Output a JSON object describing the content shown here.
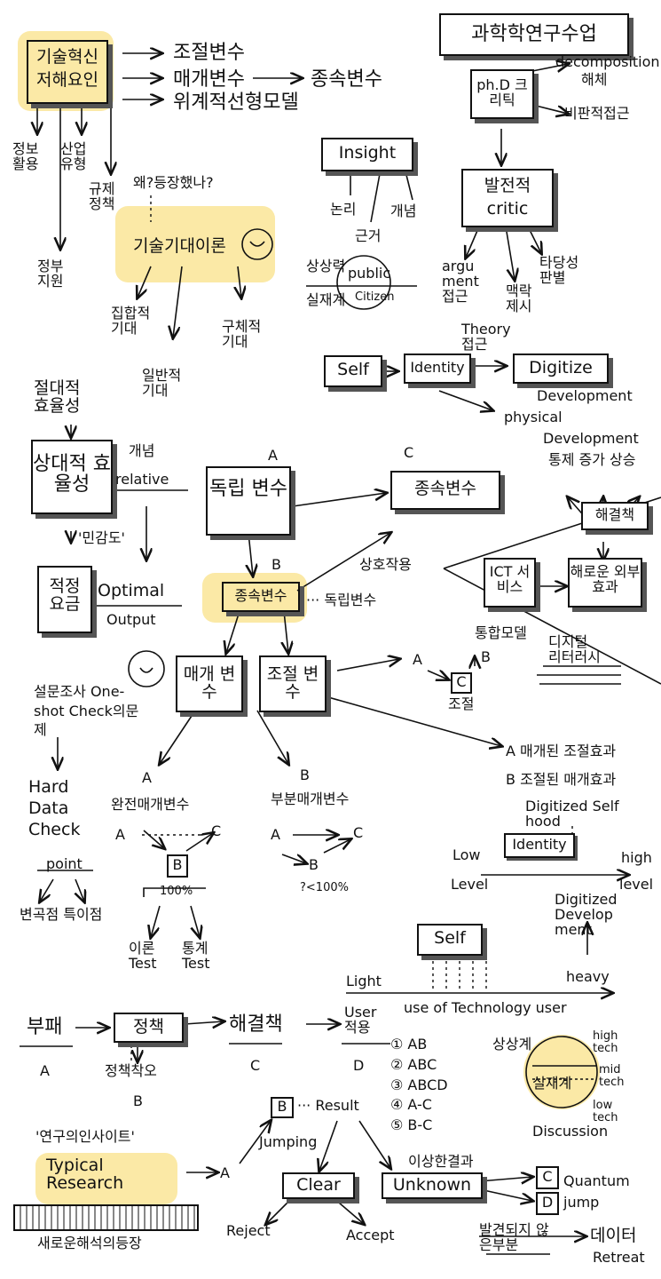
{
  "colors": {
    "ink": "#111111",
    "highlight": "#fbe9a6",
    "paper": "#ffffff"
  },
  "top_left": {
    "title_line1": "기술혁신",
    "title_line2": "저해요인",
    "out1": "조절변수",
    "out2": "매개변수",
    "out2b": "종속변수",
    "out3": "위계적선형모델",
    "down1": "정보 활용",
    "down2": "산업 유형",
    "down3": "규제 정책",
    "down4": "정부 지원",
    "question": "왜?등장했나?",
    "tech_expect": "기술기대이론",
    "exp1": "집합적 기대",
    "exp2": "일반적 기대",
    "exp3": "구체적 기대"
  },
  "top_right": {
    "title": "과학학연구수업",
    "phd": "ph.D 크리틱",
    "decomp": "decomposition",
    "decomp_ko": "해체",
    "critical": "비판적접근",
    "insight": "Insight",
    "logic": "논리",
    "concept": "개념",
    "basis": "근거",
    "imagination": "상상력",
    "reality": "실재계",
    "public": "public",
    "citizen": "Citizen",
    "critic_title": "발전적",
    "critic": "critic",
    "argument": "argu ment 접근",
    "context": "맥락 제시",
    "validity": "타당성 판별",
    "theory": "Theory 접근",
    "self": "Self",
    "identity": "Identity",
    "digitize": "Digitize",
    "development": "Development",
    "physical": "physical"
  },
  "middle": {
    "eff_top": "절대적 효율성",
    "eff_box": "상대적 효율성",
    "concept": "개념",
    "relative": "relative",
    "sensitivity": "'민감도'",
    "proper_fee": "적정 요금",
    "optimal": "Optimal",
    "output": "Output",
    "label_a": "A",
    "label_b": "B",
    "label_c": "C",
    "independent": "독립 변수",
    "dependent_box": "종속변수",
    "dependent_top": "종속변수",
    "interaction": "상호작용",
    "indep_dots": "··· 독립변수",
    "mediator": "매개 변수",
    "moderator": "조절 변수",
    "survey": "설문조사 One-shot Check의문제",
    "hard": "Hard Data Check",
    "point": "point",
    "var_point": "변곡점 특이점",
    "full_title": "완전매개변수",
    "partial_title": "부분매개변수",
    "hundred": "100%",
    "less100": "?<100%",
    "theory_test": "이론 Test",
    "stat_test": "통계 Test",
    "abc_a": "A",
    "abc_b": "B",
    "abc_c": "C",
    "moderate": "조절",
    "mod_med": "A 매개된 조절효과",
    "med_mod": "B 조절된 매개효과",
    "dev_dev": "Development",
    "control": "통제 증가 상승",
    "solution_box": "해결책",
    "ict": "ICT 서비스",
    "harm": "해로운 외부효과",
    "integrated": "통합모델",
    "digital_lit": "디지털 리터러시"
  },
  "lower_right": {
    "digitized_self": "Digitized Self hood",
    "identity": "Identity",
    "low": "Low",
    "level_l": "Level",
    "high": "high",
    "level_r": "level",
    "dig_dev": "Digitized Develop ment",
    "self": "Self",
    "light": "Light",
    "heavy": "heavy",
    "use_tech": "use of Technology user"
  },
  "bottom": {
    "corruption": "부패",
    "policy": "정책",
    "solution": "해결책",
    "user_apply": "User 적용",
    "a": "A",
    "policy_error": "정책착오",
    "b": "B",
    "c": "C",
    "d": "D",
    "list": [
      "① AB",
      "② ABC",
      "③ ABCD",
      "④ A-C",
      "⑤ B-C"
    ],
    "imag": "상상계",
    "real": "실재계",
    "high_tech": "high tech",
    "mid_tech": "mid tech",
    "low_tech": "low tech",
    "discussion": "Discussion",
    "research_insight": "'연구의인사이트'",
    "typical": "Typical Research",
    "new_interp": "새로운해석의등장",
    "res_a": "A",
    "res_b": "B",
    "result": "··· Result",
    "jumping": "Jumping",
    "strange_result": "이상한결과",
    "clear": "Clear",
    "unknown": "Unknown",
    "reject": "Reject",
    "accept": "Accept",
    "quantum_c": "C",
    "quantum": "Quantum jump",
    "quantum_d": "D",
    "not_found": "발견되지 않은부분",
    "data": "데이터",
    "retreat": "Retreat"
  }
}
